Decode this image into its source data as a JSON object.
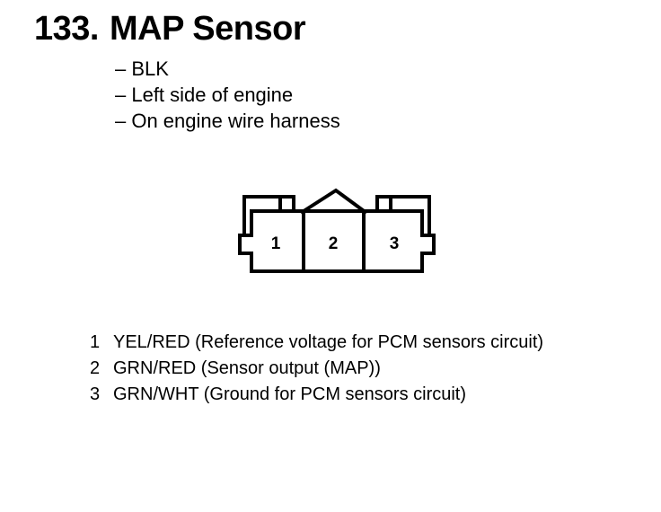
{
  "heading": {
    "number": "133.",
    "name": "MAP Sensor"
  },
  "attributes": [
    "– BLK",
    "– Left side of engine",
    "– On engine wire harness"
  ],
  "connector": {
    "terminal_labels": [
      "1",
      "2",
      "3"
    ]
  },
  "pinouts": [
    {
      "pin": "1",
      "description": "YEL/RED (Reference voltage for PCM sensors circuit)"
    },
    {
      "pin": "2",
      "description": "GRN/RED (Sensor output (MAP))"
    },
    {
      "pin": "3",
      "description": "GRN/WHT (Ground for PCM sensors circuit)"
    }
  ]
}
